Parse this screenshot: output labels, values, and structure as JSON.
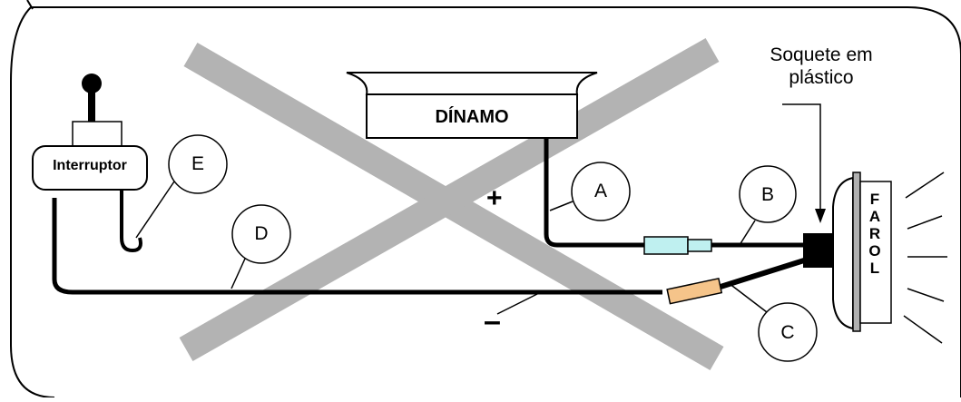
{
  "labels": {
    "dinamo": "DÍNAMO",
    "interruptor": "Interruptor",
    "socket_line1": "Soquete em",
    "socket_line2": "plástico",
    "farol_letters": [
      "F",
      "A",
      "R",
      "O",
      "L"
    ],
    "plus": "+",
    "minus": "–"
  },
  "callouts": {
    "a": "A",
    "b": "B",
    "c": "C",
    "d": "D",
    "e": "E"
  },
  "colors": {
    "wire": "#000000",
    "cross": "#b3b3b3",
    "connector_blue": "#bff0f0",
    "connector_orange": "#f5c48a",
    "lamp_body": "#b0b0b0"
  }
}
